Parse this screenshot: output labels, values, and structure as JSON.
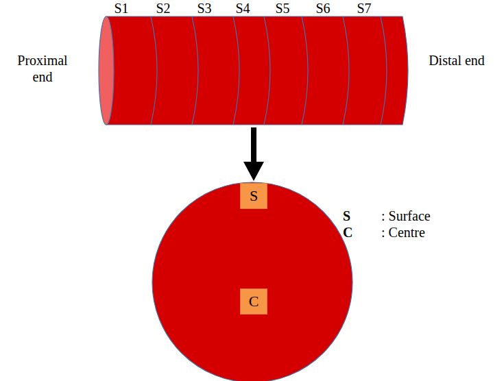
{
  "diagram": {
    "nodes": [
      {
        "text": [
          "S"
        ]
      },
      {
        "text": [
          "C"
        ]
      }
    ],
    "labels": [
      "S1",
      "S2",
      "S3",
      "S4",
      "S5",
      "S6",
      "S7",
      "Proximal end",
      "Distal end",
      "S",
      ": Surface",
      "C",
      ": Centre"
    ]
  }
}
